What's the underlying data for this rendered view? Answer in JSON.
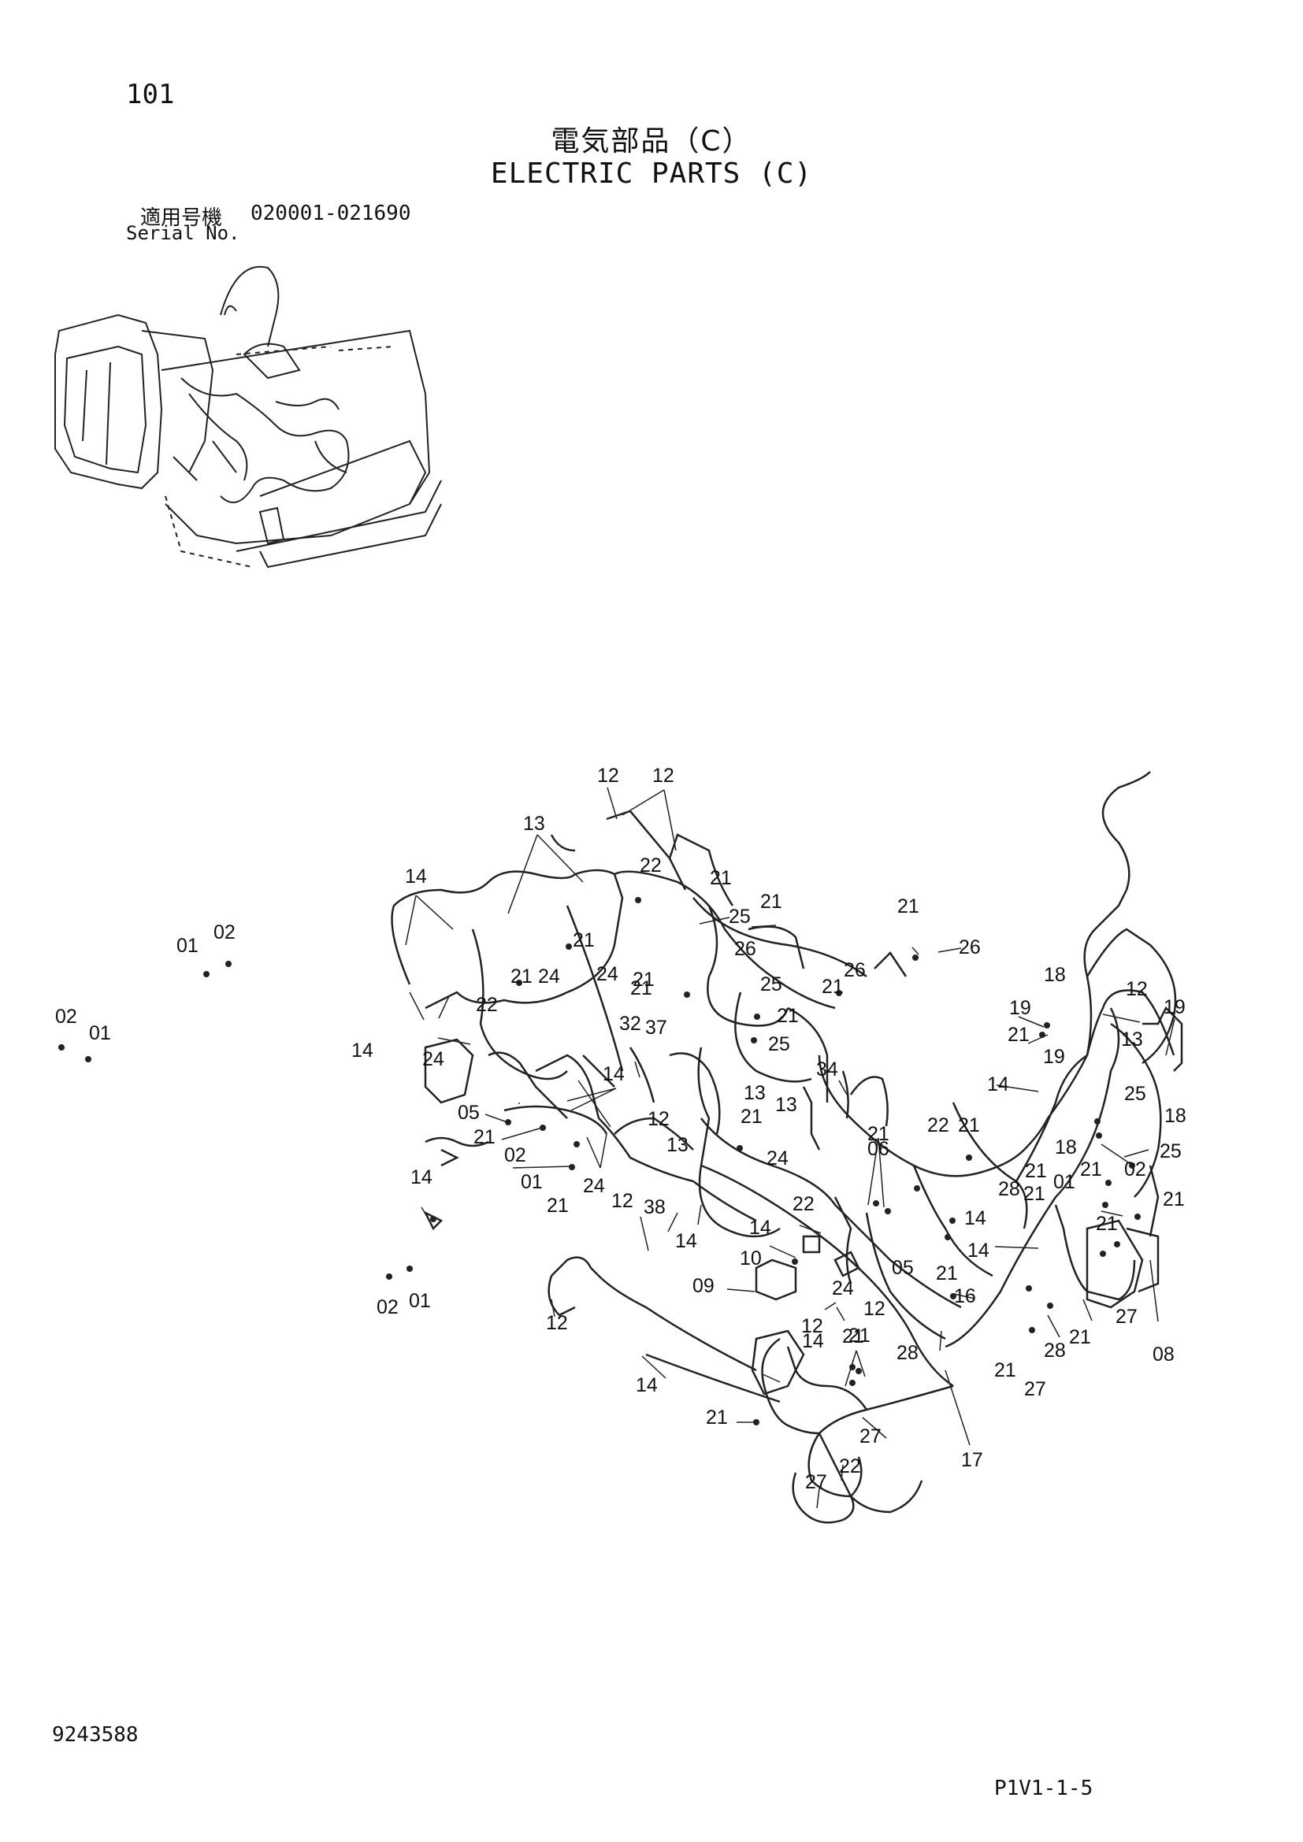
{
  "header": {
    "page_number": "101",
    "title_jp": "電気部品（C）",
    "title_en": "ELECTRIC PARTS (C)",
    "serial_label_jp": "適用号機",
    "serial_range": "020001-021690",
    "serial_label_en": "Serial No."
  },
  "footer": {
    "doc_number": "9243588",
    "page_ref": "P1V1-1-5"
  },
  "callouts": {
    "c01": "12",
    "c02": "12",
    "c03": "13",
    "c04": "14",
    "c05": "22",
    "c06": "21",
    "c07": "21",
    "c08": "25",
    "c09": "21",
    "c10": "01",
    "c11": "02",
    "c12": "21",
    "c13": "24",
    "c14": "24",
    "c15": "21",
    "c16": "22",
    "c17": "26",
    "c18": "21",
    "c19": "26",
    "c20": "21",
    "c21": "26",
    "c22": "25",
    "c23": "21",
    "c24": "21",
    "c25": "02",
    "c26": "01",
    "c27": "14",
    "c28": "24",
    "c29": "32",
    "c30": "37",
    "c31": "25",
    "c32": "14",
    "c33": "18",
    "c34": "12",
    "c35": "19",
    "c36": "19",
    "c37": "21",
    "c38": "13",
    "c39": "19",
    "c40": "05",
    "c41": "21",
    "c42": "02",
    "c43": "01",
    "c44": "21",
    "c45": "24",
    "c46": "12",
    "c47": "38",
    "c48": "12",
    "c49": "13",
    "c50": "21",
    "c51": "13",
    "c52": "24",
    "c53": "34",
    "c54": "13",
    "c55": "14",
    "c56": "25",
    "c57": "18",
    "c58": "14",
    "c59": "22",
    "c60": "21",
    "c61": "06",
    "c62": "21",
    "c63": "18",
    "c64": "25",
    "c65": "21",
    "c66": "02",
    "c67": "21",
    "c68": "14",
    "c69": "22",
    "c70": "28",
    "c71": "21",
    "c72": "01",
    "c73": "21",
    "c74": "14",
    "c75": "21",
    "c76": "14",
    "c77": "05",
    "c78": "14",
    "c79": "10",
    "c80": "09",
    "c81": "24",
    "c82": "21",
    "c83": "16",
    "c84": "02",
    "c85": "01",
    "c86": "12",
    "c87": "12",
    "c88": "21",
    "c89": "27",
    "c90": "14",
    "c91": "12",
    "c92": "21",
    "c93": "28",
    "c94": "28",
    "c95": "21",
    "c96": "08",
    "c97": "14",
    "c98": "21",
    "c99": "27",
    "c100": "21",
    "c101": "27",
    "c102": "17",
    "c103": "27",
    "c104": "22"
  }
}
